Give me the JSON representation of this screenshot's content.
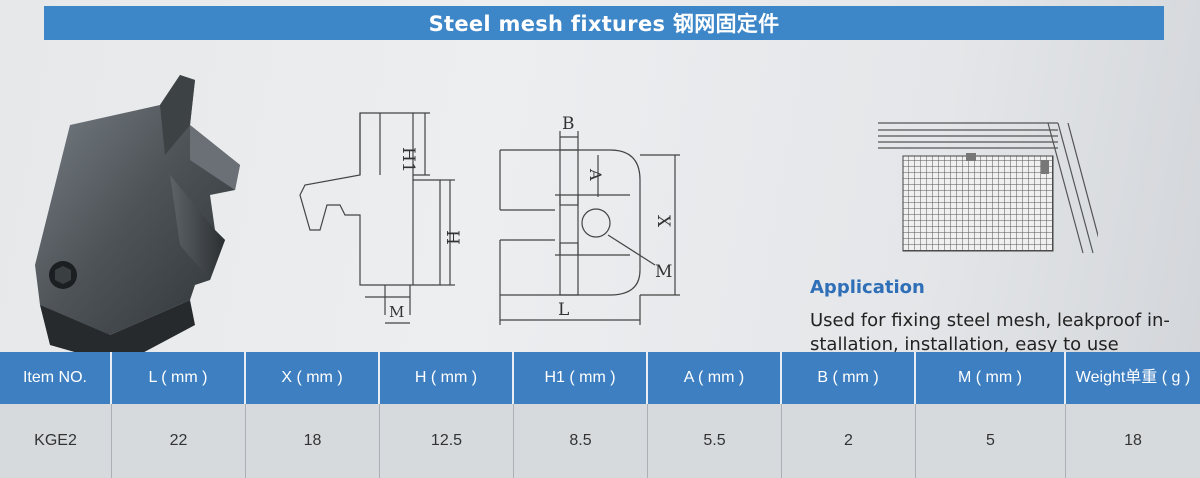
{
  "header": {
    "title": "Steel mesh fixtures 钢网固定件"
  },
  "drawing_labels": {
    "h1": "H1",
    "h": "H",
    "m_side": "M",
    "b": "B",
    "a": "A",
    "x": "X",
    "m_top": "M",
    "l": "L"
  },
  "application": {
    "title": "Application",
    "text": "Used for fixing steel mesh, leakproof in-stallation, installation, easy to use"
  },
  "table": {
    "headers": [
      "Item NO.",
      "L ( mm )",
      "X ( mm )",
      "H ( mm )",
      "H1 ( mm )",
      "A ( mm )",
      "B ( mm )",
      "M ( mm )",
      "Weight单重 ( g )"
    ],
    "rows": [
      [
        "KGE2",
        "22",
        "18",
        "12.5",
        "8.5",
        "5.5",
        "2",
        "5",
        "18"
      ]
    ]
  },
  "colors": {
    "header_blue": "#3d86c8",
    "application_blue": "#2e6fb7"
  }
}
